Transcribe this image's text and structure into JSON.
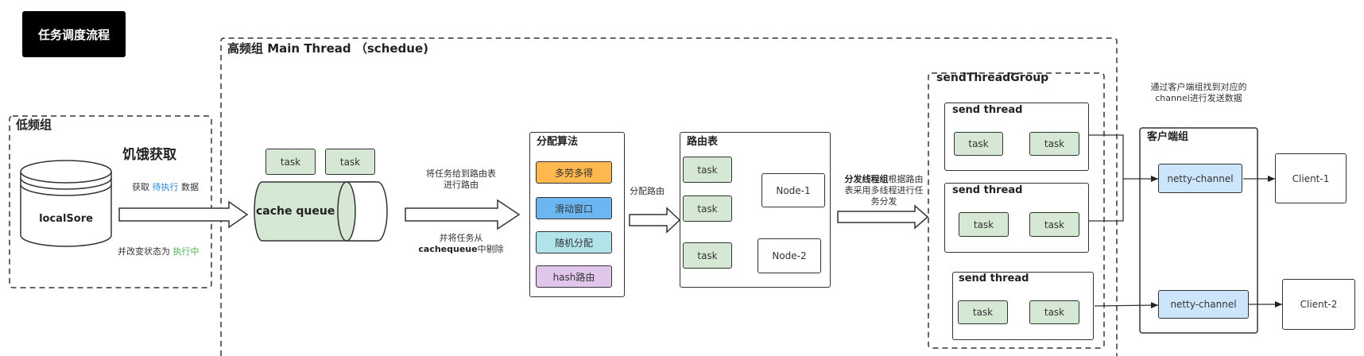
{
  "title": "任务调度流程",
  "low_group": {
    "label": "低频组",
    "store": "localSore",
    "hungry": "饥饿获取",
    "fetch_pre": "获取",
    "fetch_hl": "待执行",
    "fetch_post": "数据",
    "change_pre": "并改变状态为",
    "change_hl": "执行中"
  },
  "high_group": {
    "label": "高频组  Main Thread （schedue)",
    "task": "task",
    "queue": "cache queue",
    "to_route_1": "将任务给到路由表",
    "to_route_2": "进行路由",
    "remove_1": "并将任务从",
    "remove_bold": "cachequeue",
    "remove_2": "中剔除",
    "algo_title": "分配算法",
    "algos": [
      "多劳多得",
      "滑动窗口",
      "随机分配",
      "hash路由"
    ],
    "assign_route": "分配路由",
    "route_title": "路由表",
    "node1": "Node-1",
    "node2": "Node-2"
  },
  "dispatch": {
    "bold": "分发线程组",
    "rest_1": "根据路由",
    "line2": "表采用多线程进行任",
    "line3": "务分发"
  },
  "send_group": {
    "label": "sendThreadGroup",
    "thread": "send thread"
  },
  "client_group": {
    "note_1": "通过客户端组找到对应的",
    "note_2": "channel进行发送数据",
    "label": "客户端组",
    "channel": "netty-channel",
    "client1": "Client-1",
    "client2": "Client-2"
  },
  "colors": {
    "task_fill": "#d5e8d4",
    "algo_1": "#ffb84d",
    "algo_2": "#6cb6f2",
    "algo_3": "#b0e3ea",
    "algo_4": "#e1c6ec",
    "channel_fill": "#cce5fb"
  }
}
